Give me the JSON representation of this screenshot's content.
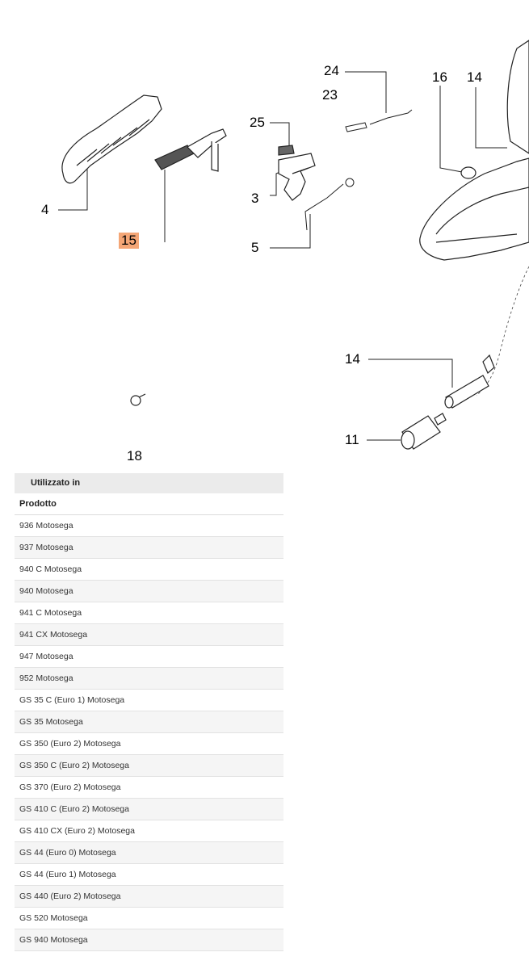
{
  "diagram": {
    "callouts": [
      "24",
      "23",
      "16",
      "14",
      "25",
      "4",
      "3",
      "15",
      "5",
      "14",
      "11",
      "18"
    ],
    "highlighted_callout": "15",
    "highlight_color": "#f4a676"
  },
  "usage_table": {
    "section_title": "Utilizzato in",
    "column_header": "Prodotto",
    "rows": [
      "936 Motosega",
      "937 Motosega",
      "940 C Motosega",
      "940 Motosega",
      "941 C Motosega",
      "941 CX Motosega",
      "947 Motosega",
      "952 Motosega",
      "GS 35 C (Euro 1) Motosega",
      "GS 35 Motosega",
      "GS 350 (Euro 2) Motosega",
      "GS 350 C (Euro 2) Motosega",
      "GS 370 (Euro 2) Motosega",
      "GS 410 C (Euro 2) Motosega",
      "GS 410 CX (Euro 2) Motosega",
      "GS 44 (Euro 0) Motosega",
      "GS 44 (Euro 1) Motosega",
      "GS 440 (Euro 2) Motosega",
      "GS 520 Motosega",
      "GS 940 Motosega"
    ]
  }
}
